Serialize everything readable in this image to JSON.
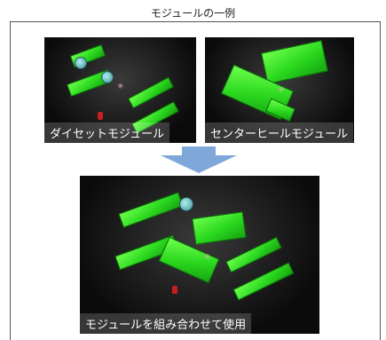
{
  "title": "モジュールの一例",
  "panels": {
    "die_set": {
      "caption": "ダイセットモジュール"
    },
    "center_heel": {
      "caption": "センターヒールモジュール"
    },
    "combined": {
      "caption": "モジュールを組み合わせて使用"
    }
  },
  "colors": {
    "module_green": "#2bd81f",
    "arrow": "#7fa7d9",
    "background": "#0b0b0b",
    "caption_text": "#ffffff"
  }
}
